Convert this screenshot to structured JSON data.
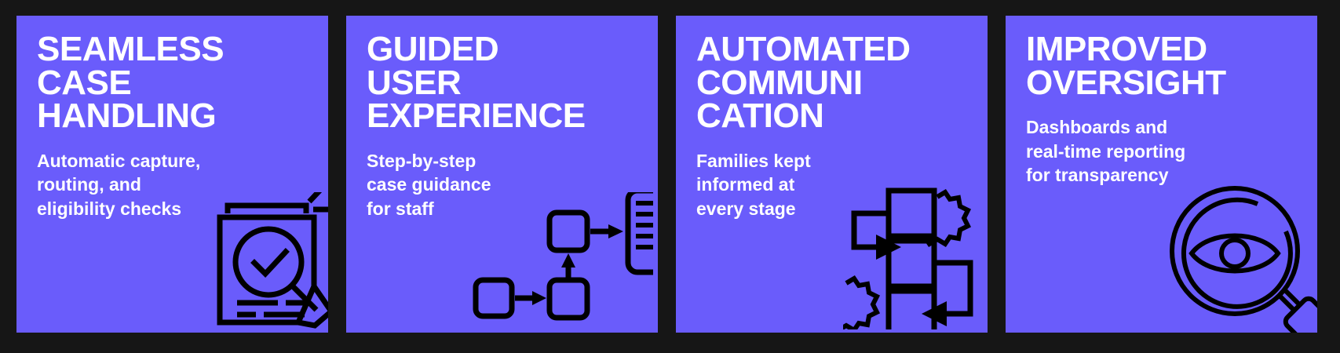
{
  "page": {
    "background_color": "#161616",
    "card_color": "#6a5cfb",
    "text_color": "#ffffff",
    "icon_color": "#000000",
    "layout": "four-column feature card strip"
  },
  "cards": [
    {
      "title": "SEAMLESS\nCASE\nHANDLING",
      "subtitle": "Automatic capture,\nrouting, and\neligibility checks",
      "icon_name": "document-check-magnifier-icon"
    },
    {
      "title": "GUIDED\nUSER\nEXPERIENCE",
      "subtitle": "Step-by-step\ncase guidance\nfor staff",
      "icon_name": "flowchart-document-icon"
    },
    {
      "title": "AUTOMATED\nCOMMUNI\nCATION",
      "subtitle": "Families kept\ninformed at\nevery stage",
      "icon_name": "workflow-gears-icon"
    },
    {
      "title": "IMPROVED\nOVERSIGHT",
      "subtitle": "Dashboards and\nreal-time reporting\nfor transparency",
      "icon_name": "magnifier-eye-icon"
    }
  ]
}
